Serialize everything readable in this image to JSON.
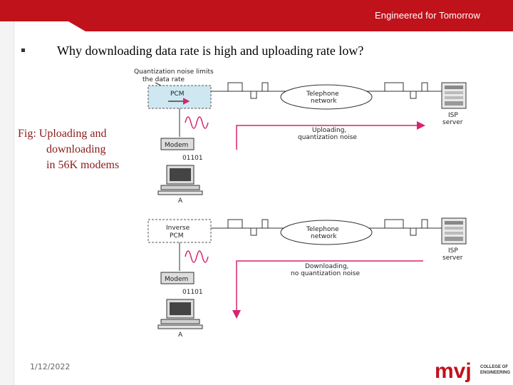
{
  "header": {
    "tagline": "Engineered for Tomorrow",
    "accent_color": "#c0121b"
  },
  "title": "Why downloading data rate is high and uploading rate low?",
  "caption": {
    "line1": "Fig:  Uploading and",
    "line2": "downloading",
    "line3": "in 56K modems"
  },
  "diagram": {
    "upload": {
      "noise_label_1": "Quantization noise limits",
      "noise_label_2": "the data rate",
      "converter": "PCM",
      "network_1": "Telephone",
      "network_2": "network",
      "server_1": "ISP",
      "server_2": "server",
      "direction_1": "Uploading,",
      "direction_2": "quantization noise",
      "modem": "Modem",
      "bits": "01101",
      "host": "A"
    },
    "download": {
      "converter_1": "Inverse",
      "converter_2": "PCM",
      "network_1": "Telephone",
      "network_2": "network",
      "server_1": "ISP",
      "server_2": "server",
      "direction_1": "Downloading,",
      "direction_2": "no quantization noise",
      "modem": "Modem",
      "bits": "01101",
      "host": "A"
    },
    "arrow_color": "#d6246e",
    "pcm_fill": "#cfe7f0"
  },
  "footer": {
    "date": "1/12/2022",
    "logo_brand": "mvj",
    "logo_line1": "COLLEGE OF",
    "logo_line2": "ENGINEERING"
  }
}
